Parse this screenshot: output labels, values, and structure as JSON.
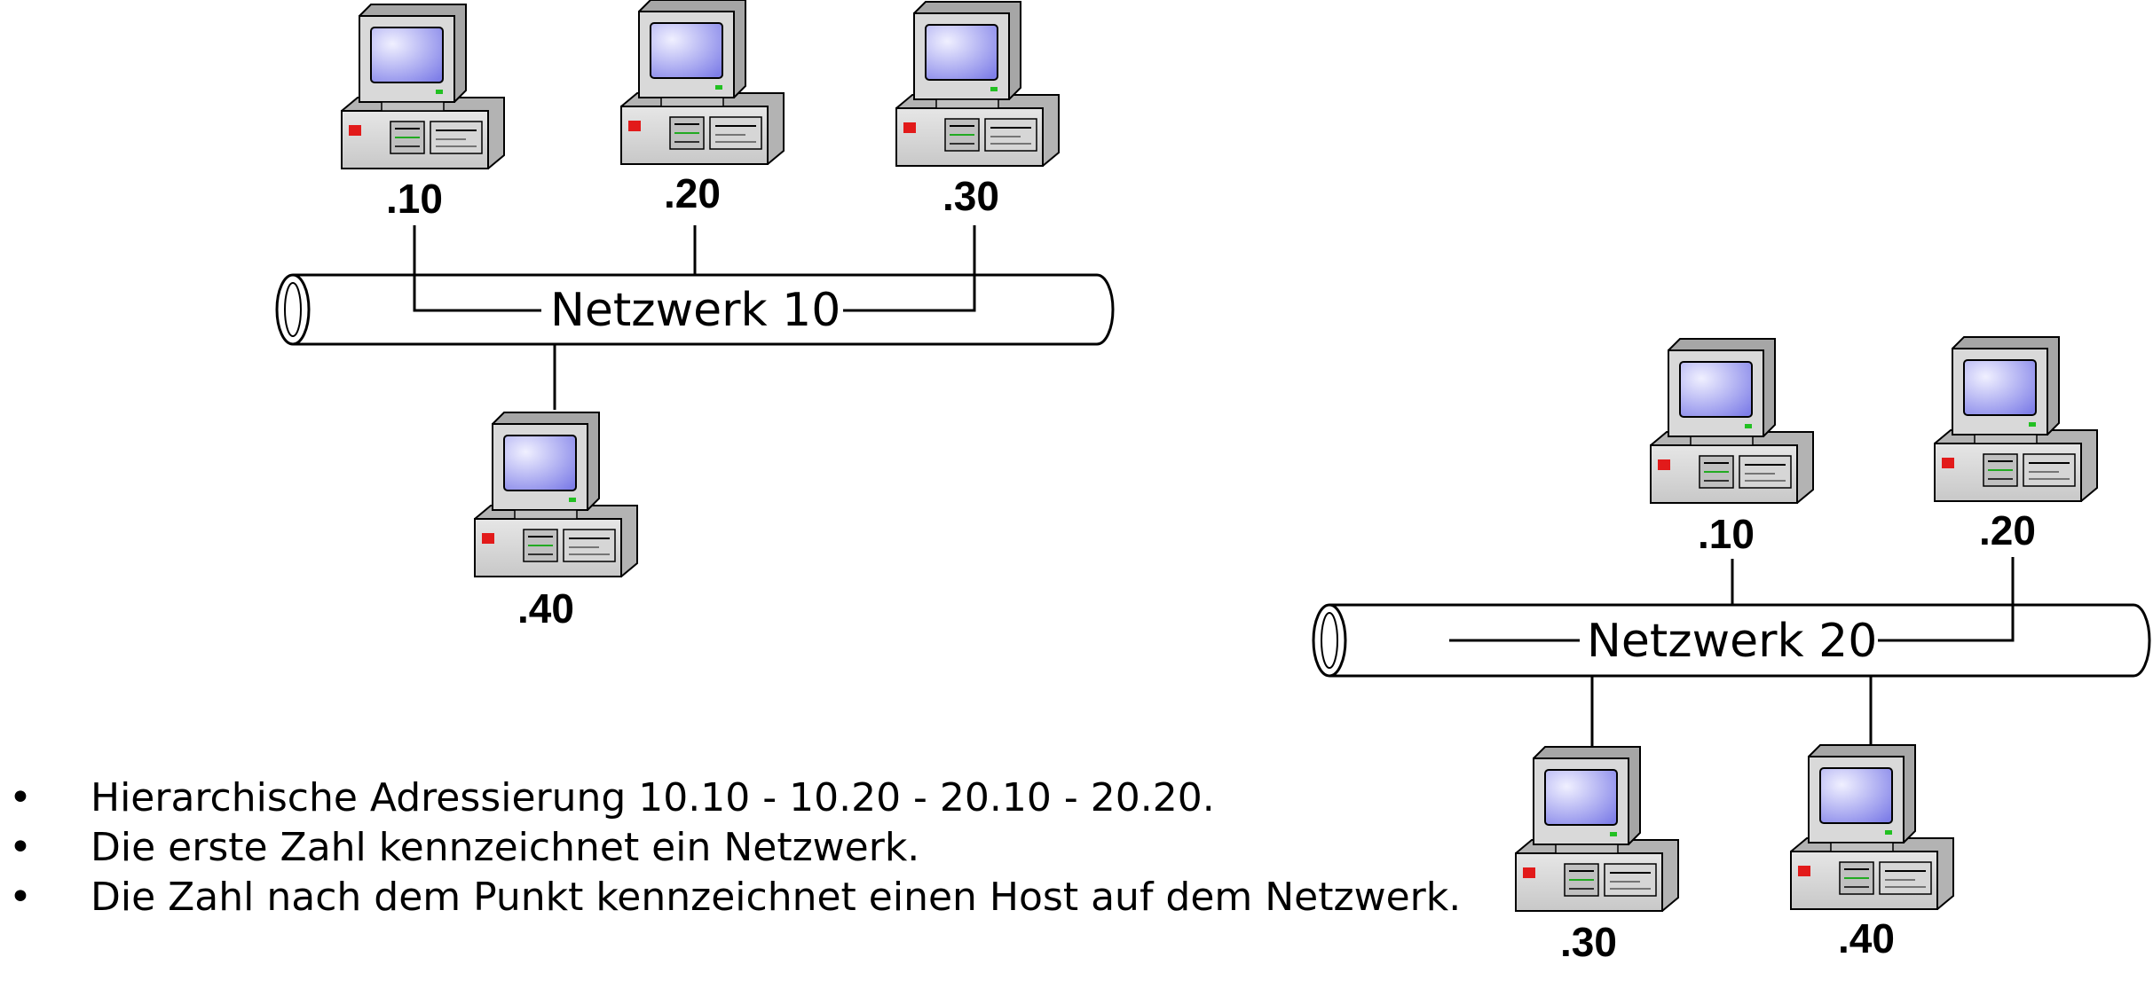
{
  "colors": {
    "screen_inner": "#7f7fe8",
    "screen_outer": "#f0f0ff",
    "case": "#d9d9d9",
    "case_dark": "#a6a6a6",
    "power_led": "#e21a1a",
    "status_led": "#22c022",
    "line": "#000000"
  },
  "networks": [
    {
      "label": "Netzwerk 10",
      "hosts": [
        ".10",
        ".20",
        ".30",
        ".40"
      ]
    },
    {
      "label": "Netzwerk 20",
      "hosts": [
        ".10",
        ".20",
        ".30",
        ".40"
      ]
    }
  ],
  "notes": [
    "Hierarchische Adressierung 10.10 - 10.20 - 20.10 - 20.20.",
    "Die erste Zahl kennzeichnet ein Netzwerk.",
    "Die Zahl nach dem Punkt kennzeichnet einen Host auf dem Netzwerk."
  ]
}
